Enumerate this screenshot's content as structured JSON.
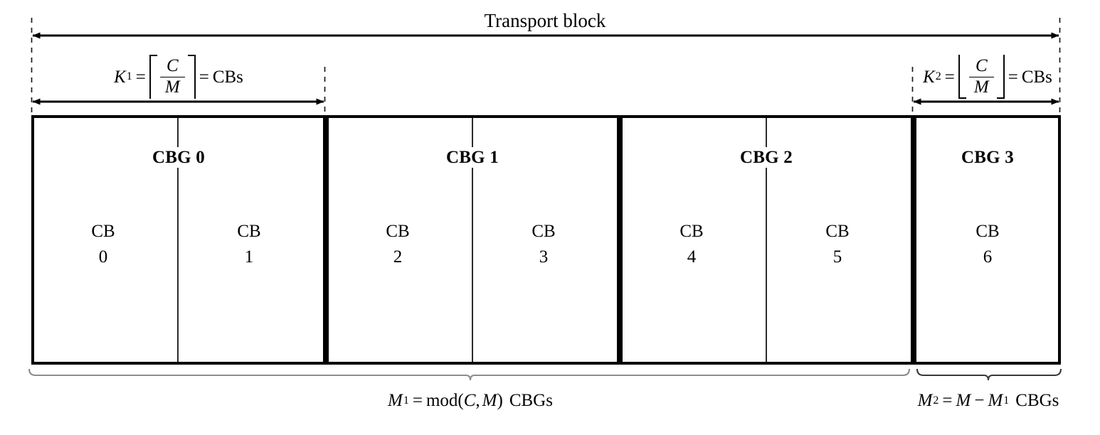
{
  "diagram": {
    "title": "Transport block",
    "top_arrow_label": "Transport block",
    "k1": {
      "var": "K",
      "sub": "1",
      "eq": "=",
      "bracket": "ceiling",
      "num": "C",
      "den": "M",
      "eq2": "=",
      "unit": "CBs",
      "plain": "K_1 = ceil(C/M) = CBs"
    },
    "k2": {
      "var": "K",
      "sub": "2",
      "eq": "=",
      "bracket": "floor",
      "num": "C",
      "den": "M",
      "eq2": "=",
      "unit": "CBs",
      "plain": "K_2 = floor(C/M) = CBs"
    },
    "m1": {
      "var": "M",
      "sub": "1",
      "eq": "=",
      "fn": "mod",
      "open": "(",
      "arg1": "C",
      "comma": ",",
      "arg2": "M",
      "close": ")",
      "unit": "CBGs",
      "plain": "M_1 = mod(C,M) CBGs"
    },
    "m2": {
      "var": "M",
      "sub": "2",
      "eq": "=",
      "term1": "M",
      "minus": "−",
      "term2": "M",
      "term2sub": "1",
      "unit": "CBGs",
      "plain": "M_2 = M - M_1 CBGs"
    },
    "cbgs": [
      {
        "label": "CBG 0",
        "cbs": [
          {
            "name": "CB",
            "index": "0"
          },
          {
            "name": "CB",
            "index": "1"
          }
        ]
      },
      {
        "label": "CBG 1",
        "cbs": [
          {
            "name": "CB",
            "index": "2"
          },
          {
            "name": "CB",
            "index": "3"
          }
        ]
      },
      {
        "label": "CBG 2",
        "cbs": [
          {
            "name": "CB",
            "index": "4"
          },
          {
            "name": "CB",
            "index": "5"
          }
        ]
      },
      {
        "label": "CBG 3",
        "cbs": [
          {
            "name": "CB",
            "index": "6"
          }
        ]
      }
    ],
    "colors": {
      "line": "#000000",
      "divider": "#2b2b2b",
      "brace": "#8c8c8c",
      "background": "#ffffff"
    }
  }
}
